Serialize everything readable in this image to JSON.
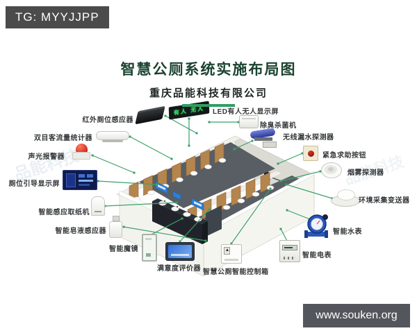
{
  "banner": {
    "text": "TG: MYYJJPP"
  },
  "header": {
    "title": "智慧公厕系统实施布局图",
    "subtitle": "重庆品能科技有限公司"
  },
  "footer": {
    "website": "www.souken.org"
  },
  "watermark": "品能科技",
  "led_display_text": "有人 无人",
  "devices": [
    {
      "id": "infrared-stall-sensor",
      "label": "红外厕位感应器"
    },
    {
      "id": "binocular-people-counter",
      "label": "双目客流量统计器"
    },
    {
      "id": "sound-light-alarm",
      "label": "声光报警器"
    },
    {
      "id": "stall-guidance-display",
      "label": "厕位引导显示屏"
    },
    {
      "id": "smart-paper-dispenser",
      "label": "智能感应取纸机"
    },
    {
      "id": "smart-soap-dispenser",
      "label": "智能皂液感应器"
    },
    {
      "id": "smart-mirror",
      "label": "智能魔镜"
    },
    {
      "id": "satisfaction-evaluator",
      "label": "满意度评价器"
    },
    {
      "id": "smart-toilet-control-box",
      "label": "智慧公厕智能控制箱"
    },
    {
      "id": "led-occupancy-display",
      "label": "LED有人无人显示屏"
    },
    {
      "id": "deodorizer-sterilizer",
      "label": "除臭杀菌机"
    },
    {
      "id": "wireless-leak-detector",
      "label": "无线漏水探测器"
    },
    {
      "id": "emergency-call-button",
      "label": "紧急求助按钮"
    },
    {
      "id": "smoke-detector",
      "label": "烟雾探测器"
    },
    {
      "id": "environment-transmitter",
      "label": "环境采集变送器"
    },
    {
      "id": "smart-water-meter",
      "label": "智能水表"
    },
    {
      "id": "smart-electric-meter",
      "label": "智能电表"
    }
  ],
  "colors": {
    "accent_green": "#2f9e63",
    "connector_green": "#3aa169",
    "title_green": "#1b4330",
    "top_banner_gray": "#4b4b4b",
    "footer_gray": "#53565c",
    "sign_blue": "#2d7ed6",
    "stall_door_brown": "#b5854e",
    "floor_gray": "#595e64",
    "led_text_green": "#3ae05e"
  }
}
